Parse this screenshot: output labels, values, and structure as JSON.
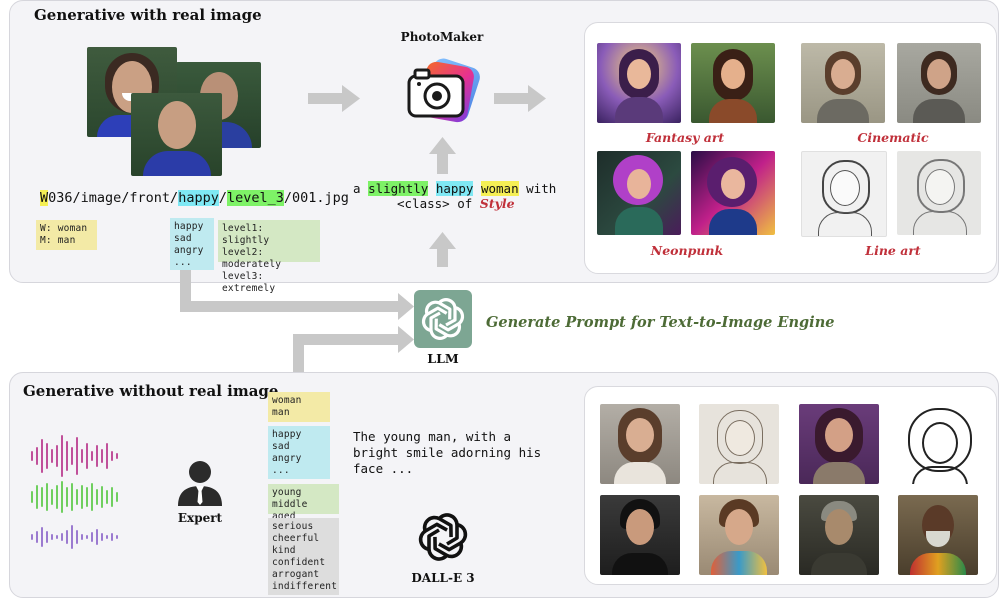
{
  "top_panel": {
    "title": "Generative with real image",
    "path": {
      "prefix": "W",
      "part2": "036/image/front/",
      "happy": "happy",
      "sep": "/",
      "level": "level_3",
      "suffix": "/001.jpg"
    },
    "tag_gender": [
      "W: woman",
      "M: man"
    ],
    "tag_emotions": [
      "happy",
      "sad",
      "angry",
      "..."
    ],
    "tag_levels": [
      "level1: slightly",
      "level2: moderately",
      "level3: extremely"
    ],
    "photomaker_label": "PhotoMaker",
    "prompt": {
      "a": "a ",
      "slightly": "slightly",
      "happy": "happy",
      "woman": "woman",
      "with": " with",
      "line2_start": "<class> of ",
      "style": "Style"
    },
    "captions": [
      "Fantasy art",
      "Cinematic",
      "Neonpunk",
      "Line art"
    ]
  },
  "middle": {
    "llm_label": "LLM",
    "generate_prompt": "Generate Prompt for Text-to-Image Engine"
  },
  "bottom_panel": {
    "title": "Generative without real image",
    "expert_label": "Expert",
    "tag_gender": [
      "woman",
      "man"
    ],
    "tag_emotions": [
      "happy",
      "sad",
      "angry",
      "..."
    ],
    "tag_age": [
      "young",
      "middle aged"
    ],
    "tag_traits": [
      "serious",
      "cheerful",
      "kind",
      "confident",
      "arrogant",
      "indifferent"
    ],
    "prompt_text": "The young man, with a bright smile adorning his face ...",
    "dalle_label": "DALL-E 3"
  },
  "colors": {
    "tag_yellow": "#f3eaa6",
    "tag_cyan": "#bfeaf0",
    "tag_green": "#d4e8c4",
    "tag_gray": "#dddddd",
    "caption_red": "#c0303a",
    "prompt_green": "#4d6b36",
    "arrow_gray": "#c8c8c8",
    "llm_teal": "#7da693"
  },
  "icons": [
    "photomaker-camera-icon",
    "llm-openai-icon",
    "dalle-openai-icon",
    "expert-person-icon",
    "audio-waveform-icon"
  ]
}
